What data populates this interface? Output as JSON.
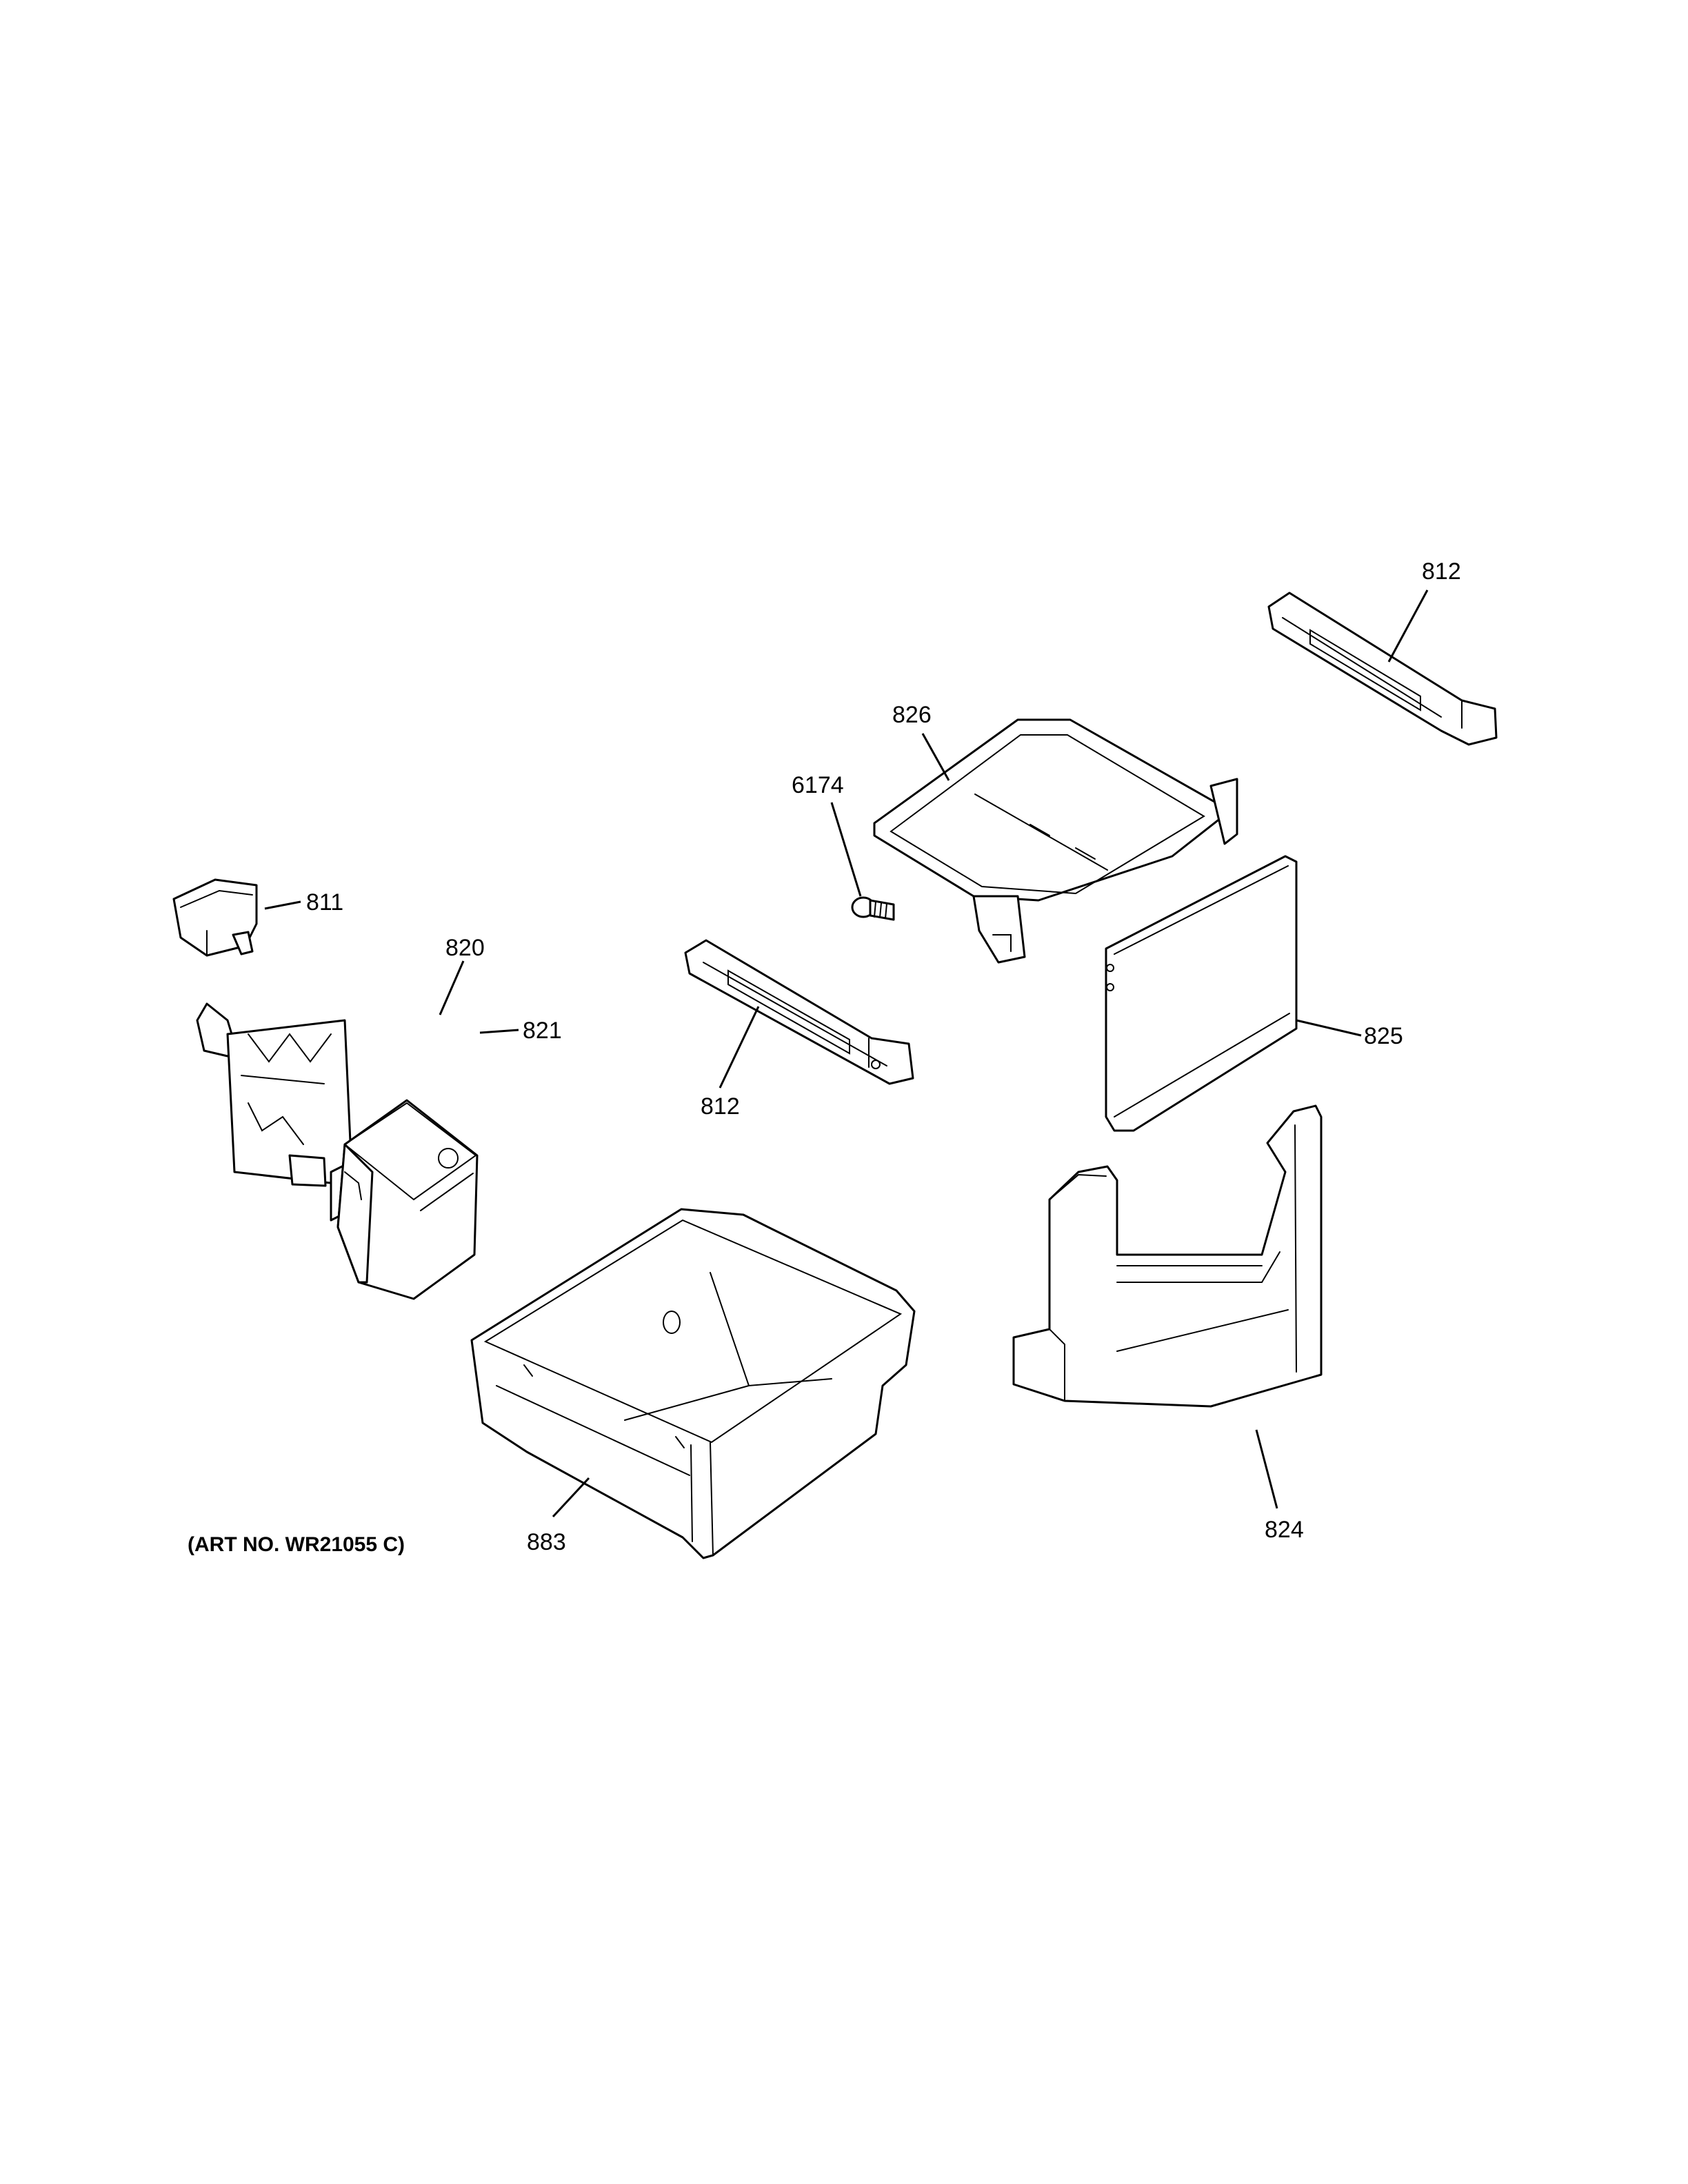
{
  "callouts": {
    "c811": "811",
    "c820": "820",
    "c821": "821",
    "c6174": "6174",
    "c826": "826",
    "c812_top": "812",
    "c812_mid": "812",
    "c825": "825",
    "c883": "883",
    "c824": "824"
  },
  "art_number": "(ART NO. WR21055 C)"
}
